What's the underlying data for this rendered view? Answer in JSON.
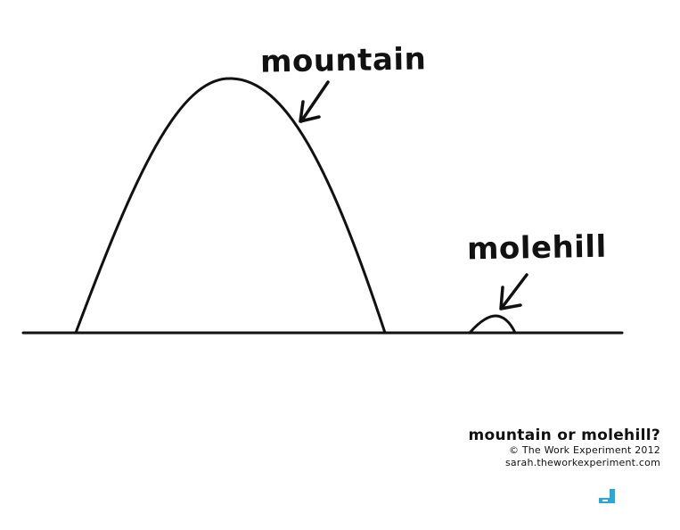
{
  "labels": {
    "mountain": "mountain",
    "molehill": "molehill"
  },
  "caption": {
    "title": "mountain or molehill?",
    "copyright": "© The Work Experiment 2012",
    "url": "sarah.theworkexperiment.com"
  },
  "colors": {
    "ink": "#111111",
    "background": "#ffffff",
    "logo": "#29a8d8"
  },
  "icons": {
    "logo": "logo-mark-icon"
  }
}
